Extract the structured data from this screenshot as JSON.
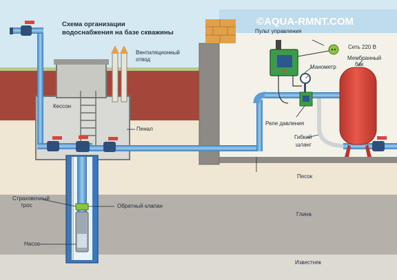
{
  "watermark": "©AQUA-RMNT.COM",
  "title": {
    "line1": "Схема организации",
    "line2": "водоснабжения на базе скважины"
  },
  "labels": {
    "ventilation_line1": "Вентиляционный",
    "ventilation_line2": "отвод",
    "caisson": "Кессон",
    "casing": "Пенал",
    "control_panel": "Пульт управления",
    "mains_power": "Сеть 220 В",
    "membrane_tank_line1": "Мембранный",
    "membrane_tank_line2": "бак",
    "pressure_gauge": "Манометр",
    "pressure_switch": "Реле давления",
    "flex_hose_line1": "Гибкий",
    "flex_hose_line2": "шланг",
    "sand": "Песок",
    "safety_cable_line1": "Страховочный",
    "safety_cable_line2": "трос",
    "check_valve": "Обратный клапан",
    "clay": "Глина",
    "pump": "Насос",
    "limestone": "Известняк"
  },
  "colors": {
    "sky": "#d4e9f2",
    "topsoil": "#a4463a",
    "sand": "#efe7d3",
    "clay": "#b5b0aa",
    "limestone": "#ddd9d3",
    "pipe": "#5f9ed4",
    "valve": "#2f4f7a",
    "wall": "#8d8a86",
    "tank": "#d6463a",
    "control_box": "#3f9b4c",
    "brick": "#e0a14a"
  }
}
